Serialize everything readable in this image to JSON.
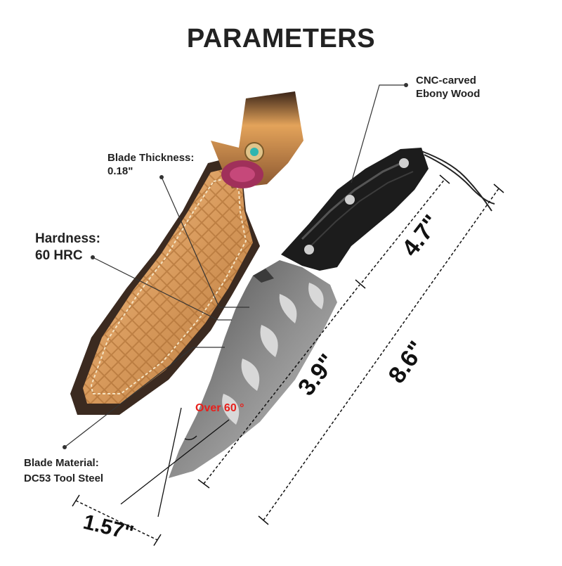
{
  "title": "PARAMETERS",
  "callouts": {
    "handle_line1": "CNC-carved",
    "handle_line2": "Ebony Wood",
    "thickness_line1": "Blade Thickness:",
    "thickness_line2": "0.18\"",
    "hardness_line1": "Hardness:",
    "hardness_line2": "60 HRC",
    "material_line1": "Blade Material:",
    "material_line2": "DC53 Tool Steel"
  },
  "angle_label": "Over 60 °",
  "dimensions": {
    "handle_length": "4.7\"",
    "blade_length": "3.9\"",
    "overall_length": "8.6\"",
    "blade_width": "1.57\""
  },
  "colors": {
    "accent_red": "#e8201c",
    "text": "#222222",
    "sheath": "#d89a5c",
    "handle": "#1c1c1c",
    "blade": "#8a8a8a"
  }
}
